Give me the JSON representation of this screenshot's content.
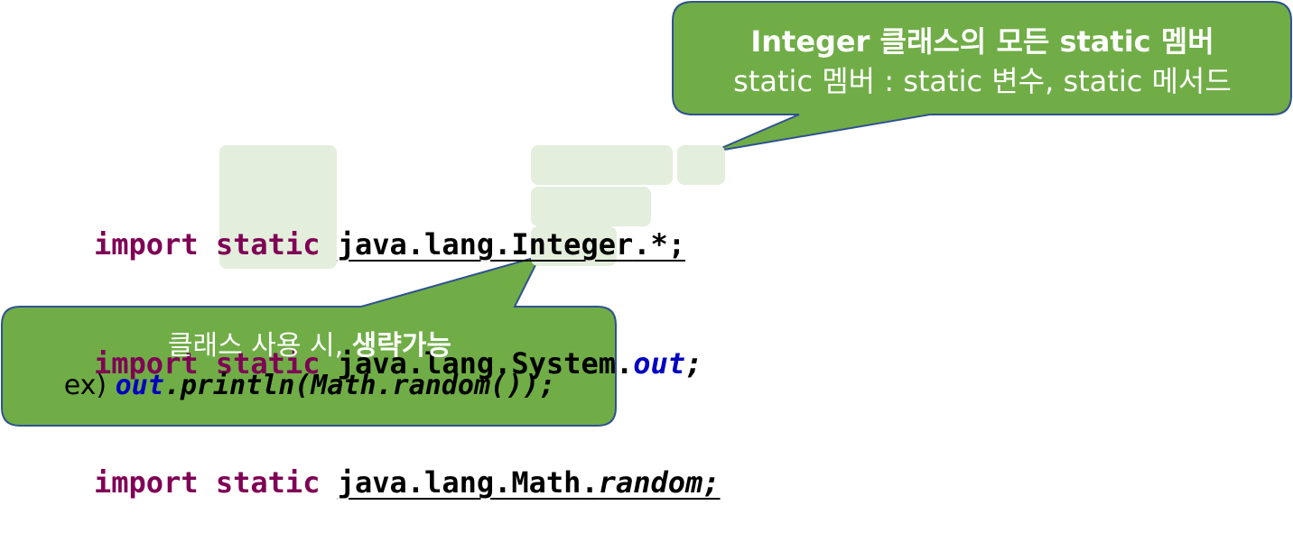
{
  "code_lines": [
    {
      "keyword": "import",
      "modifier": "static",
      "package": "java.lang.",
      "class_name": "Integer",
      "member": ".*;"
    },
    {
      "keyword": "import",
      "modifier": "static",
      "package": "java.lang.",
      "class_name": "System",
      "dot": ".",
      "member": "out",
      "end": ";"
    },
    {
      "keyword": "import",
      "modifier": "static",
      "package": "java.lang.",
      "class_name": "Math",
      "dot": ".",
      "member": "random;"
    }
  ],
  "callout_top": {
    "title": "Integer 클래스의 모든 static 멤버",
    "subtitle": "static 멤버 : static 변수, static 메서드"
  },
  "callout_bottom": {
    "line1_prefix": "클래스 사용 시, ",
    "line1_bold": "생략가능",
    "ex_label": "ex) ",
    "code_field": "out",
    "code_rest": ".println(Math.random());"
  },
  "colors": {
    "callout_fill": "#70ad47",
    "callout_border": "#2f528f",
    "highlight": "#e3eedc",
    "keyword": "#7f0055",
    "field": "#0000c0"
  }
}
